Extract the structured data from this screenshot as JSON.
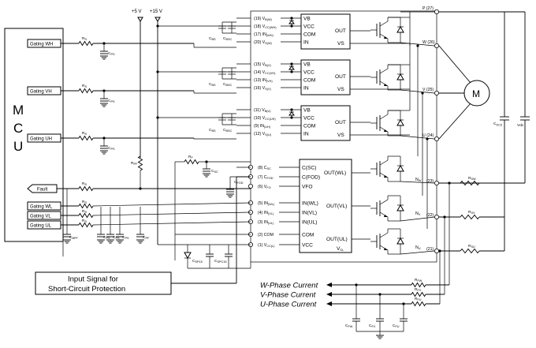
{
  "mcu": {
    "label": [
      "M",
      "C",
      "U"
    ]
  },
  "supplies": {
    "v5": "+5 V",
    "v15": "+15 V"
  },
  "gating_inputs": [
    {
      "label": "Gating WH"
    },
    {
      "label": "Gating VH"
    },
    {
      "label": "Gating UH"
    },
    {
      "label": "Fault"
    },
    {
      "label": "Gating WL"
    },
    {
      "label": "Gating VL"
    },
    {
      "label": "Gating UL"
    }
  ],
  "high_side_groups": [
    {
      "pins": [
        "(19) V",
        "(18) V",
        "(17) IN",
        "(20) V"
      ],
      "pin_subs": [
        "B(W)",
        "CC(WH)",
        "(WH)",
        "S(W)"
      ],
      "ic_pins": [
        "VB",
        "VCC",
        "COM",
        "IN"
      ],
      "out": [
        "OUT",
        "VS"
      ]
    },
    {
      "pins": [
        "(15) V",
        "(14) V",
        "(13) IN",
        "(16) V"
      ],
      "pin_subs": [
        "B(V)",
        "CC(VH)",
        "(VH)",
        "S(V)"
      ],
      "ic_pins": [
        "VB",
        "VCC",
        "COM",
        "IN"
      ],
      "out": [
        "OUT",
        "VS"
      ]
    },
    {
      "pins": [
        "(11) V",
        "(10) V",
        "(9) IN",
        "(12) V"
      ],
      "pin_subs": [
        "B(U)",
        "CC(UH)",
        "(UH)",
        "S(U)"
      ],
      "ic_pins": [
        "VB",
        "VCC",
        "COM",
        "IN"
      ],
      "out": [
        "OUT",
        "VS"
      ]
    }
  ],
  "low_side": {
    "pins": [
      "(8) C",
      "(7) C",
      "(6) V",
      "(5) IN",
      "(4) IN",
      "(3) IN",
      "(2) COM",
      "(1) V"
    ],
    "pin_subs": [
      "SC",
      "FOD",
      "FO",
      "(WL)",
      "(VL)",
      "(UL)",
      "",
      "CC(L)"
    ],
    "ic_left": [
      "C(SC)",
      "C(FOD)",
      "VFO",
      "IN(WL)",
      "IN(VL)",
      "IN(UL)",
      "COM",
      "VCC"
    ],
    "ic_right": [
      "OUT(WL)",
      "OUT(VL)",
      "OUT(UL)",
      "V",
      "SL"
    ]
  },
  "terminals": [
    {
      "label": "P (27)"
    },
    {
      "label": "W (26)"
    },
    {
      "label": "V (25)"
    },
    {
      "label": "U (24)"
    },
    {
      "label": "N",
      "sub": "W",
      "num": "(23)"
    },
    {
      "label": "N",
      "sub": "V",
      "num": "(22)"
    },
    {
      "label": "N",
      "sub": "U",
      "num": "(21)"
    }
  ],
  "motor": {
    "label": "M"
  },
  "passives": {
    "rs": "R",
    "rs_sub": "S",
    "cps": "C",
    "cps_sub": "PS",
    "cbs": "C",
    "cbs_sub": "BS",
    "cbsc": "C",
    "cbsc_sub": "BSC",
    "rf": "R",
    "rf_sub": "F",
    "csc": "C",
    "csc_sub": "SC",
    "cfod": "C",
    "cfod_sub": "FOD",
    "rpf": "R",
    "rpf_sub": "PF",
    "cbpf": "C",
    "cbpf_sub": "BPF",
    "cpf": "C",
    "cpf_sub": "PF",
    "csp15": "C",
    "csp15_sub": "SP15",
    "cspc15": "C",
    "cspc15_sub": "SPC15",
    "cdcs": "C",
    "cdcs_sub": "DCS",
    "vdc": "Vdc",
    "rsw": "R",
    "rsw_sub": "SW",
    "rsv": "R",
    "rsv_sub": "SV",
    "rsu": "R",
    "rsu_sub": "SU",
    "rfw": "R",
    "rfw_sub": "FW",
    "rfv": "R",
    "rfv_sub": "FV",
    "rfu": "R",
    "rfu_sub": "FU",
    "cfw": "C",
    "cfw_sub": "FW",
    "cfv": "C",
    "cfv_sub": "FV",
    "cfu": "C",
    "cfu_sub": "FU"
  },
  "input_signal_box": {
    "line1": "Input Signal for",
    "line2": "Short-Circuit Protection"
  },
  "currents": [
    "W-Phase Current",
    "V-Phase Current",
    "U-Phase Current"
  ]
}
